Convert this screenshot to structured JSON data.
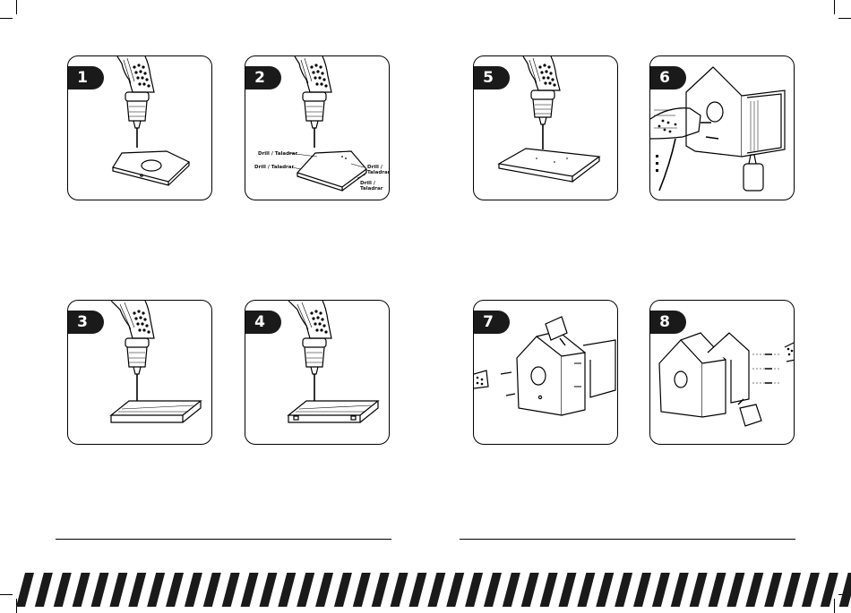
{
  "steps": [
    {
      "number": "1"
    },
    {
      "number": "2",
      "labels": [
        "Drill / Taladrar",
        "Drill / Taladrar",
        "Drill /\nTaladrar",
        "Drill /\nTaladrar"
      ]
    },
    {
      "number": "3"
    },
    {
      "number": "4"
    },
    {
      "number": "5"
    },
    {
      "number": "6"
    },
    {
      "number": "7"
    },
    {
      "number": "8"
    }
  ],
  "colors": {
    "ink": "#1a1a1a",
    "paper": "#ffffff",
    "stripe": "#1a1a1a"
  },
  "stripe_count": 46
}
